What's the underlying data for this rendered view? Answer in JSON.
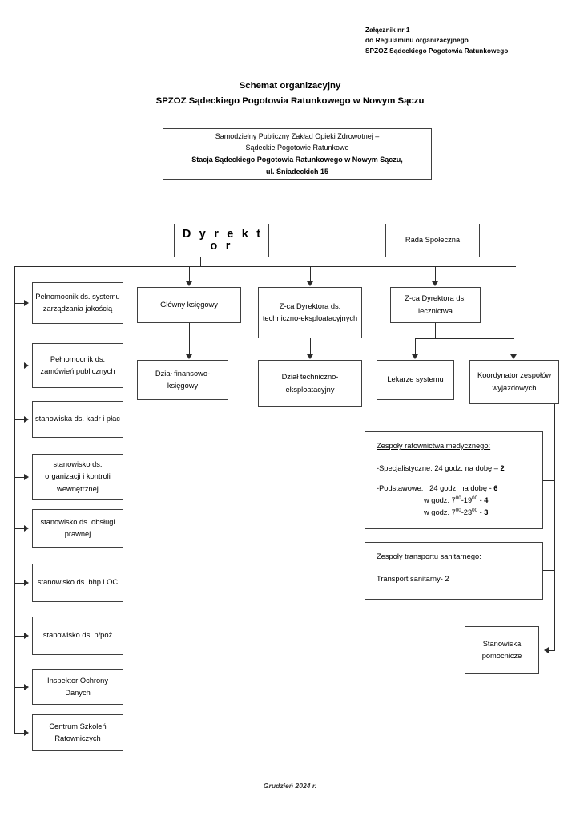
{
  "header_note": [
    "Załącznik nr 1",
    "do Regulaminu organizacyjnego",
    "SPZOZ Sądeckiego Pogotowia Ratunkowego"
  ],
  "title": {
    "line1": "Schemat organizacyjny",
    "line2": "SPZOZ Sądeckiego Pogotowia Ratunkowego w Nowym Sączu"
  },
  "org_box": {
    "line1": "Samodzielny Publiczny Zakład Opieki Zdrowotnej –",
    "line2": "Sądeckie Pogotowie Ratunkowe",
    "line3": "Stacja Sądeckiego Pogotowia Ratunkowego w Nowym Sączu,",
    "line4": "ul. Śniadeckich 15"
  },
  "nodes": {
    "dyrektor": "D y r e k t o r",
    "rada_spoleczna": "Rada Społeczna",
    "glowny_ksiegowy": "Główny księgowy",
    "zca_techniczno": "Z-ca Dyrektora ds. techniczno-eksploatacyjnych",
    "zca_lecznictwa": "Z-ca Dyrektora ds. lecznictwa",
    "dzial_finansowo": "Dział finansowo-księgowy",
    "dzial_techniczno": "Dział techniczno-eksploatacyjny",
    "lekarze_systemu": "Lekarze systemu",
    "koordynator": "Koordynator zespołów wyjazdowych",
    "stanowiska_pomocnicze": "Stanowiska pomocnicze"
  },
  "staff_units": [
    "Pełnomocnik ds. systemu zarządzania jakością",
    "Pełnomocnik ds. zamówień publicznych",
    "stanowiska ds. kadr i płac",
    "stanowisko ds. organizacji i kontroli wewnętrznej",
    "stanowisko ds. obsługi prawnej",
    "stanowisko ds. bhp i  OC",
    "stanowisko ds. p/poż",
    "Inspektor Ochrony Danych",
    "Centrum Szkoleń Ratowniczych"
  ],
  "panel_ratownictwo": {
    "heading": "Zespoły ratownictwa medycznego:",
    "specjalistyczne_label": "-Specjalistyczne: 24 godz. na dobę –",
    "specjalistyczne_count": "2",
    "podstawowe_label": "-Podstawowe:",
    "podstawowe_line1_text": "24 godz. na dobę -",
    "podstawowe_line1_count": "6",
    "podstawowe_line2_prefix": "w godz. 7",
    "podstawowe_line2_sup1": "00",
    "podstawowe_line2_mid": "-19",
    "podstawowe_line2_sup2": "00",
    "podstawowe_line2_dash": " - ",
    "podstawowe_line2_count": "4",
    "podstawowe_line3_prefix": "w godz. 7",
    "podstawowe_line3_sup1": "00",
    "podstawowe_line3_mid": "-23",
    "podstawowe_line3_sup2": "00",
    "podstawowe_line3_dash": " - ",
    "podstawowe_line3_count": "3"
  },
  "panel_transport": {
    "heading": "Zespoły transportu sanitarnego:",
    "row1": "Transport sanitarny- 2"
  },
  "footer": "Grudzień 2024 r.",
  "colors": {
    "border": "#3f3f3f",
    "line": "#2b2b2b",
    "text": "#000000",
    "background": "#ffffff"
  }
}
